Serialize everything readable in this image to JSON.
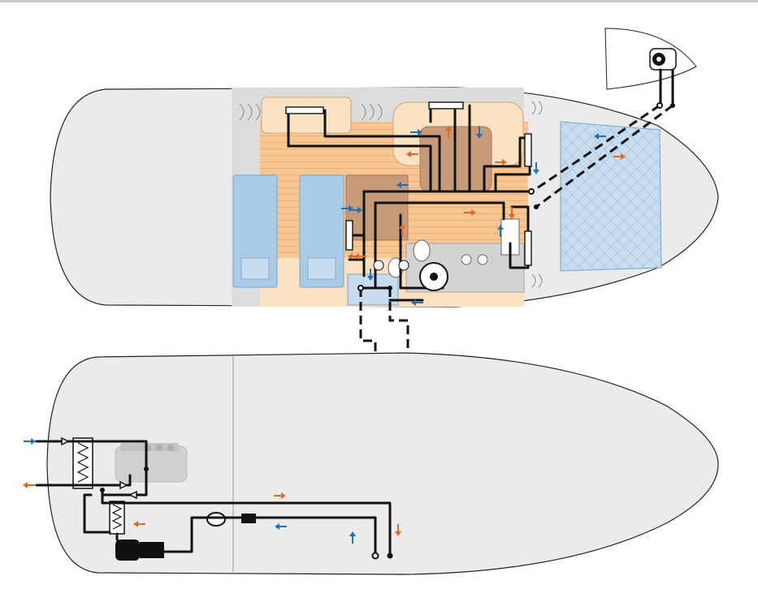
{
  "diagram": {
    "colors": {
      "hull": "#ebebeb",
      "hull_outline": "#222222",
      "wood_deck": "#f8c791",
      "wood_dark": "#c89a78",
      "berth": "#a9cbe6",
      "forward_cabin": "#c6dcef",
      "pipe": "#111111",
      "flow_supply": "#1f74b8",
      "flow_return": "#e06a23"
    },
    "views": [
      "deck-plan",
      "hull-plan"
    ],
    "flow_arrows": [
      {
        "color": "flow_supply",
        "direction": "right"
      },
      {
        "color": "flow_return",
        "direction": "left"
      },
      {
        "color": "flow_supply",
        "direction": "right"
      },
      {
        "color": "flow_supply",
        "direction": "left"
      },
      {
        "color": "flow_return",
        "direction": "left"
      },
      {
        "color": "flow_return",
        "direction": "up"
      },
      {
        "color": "flow_supply",
        "direction": "down"
      },
      {
        "color": "flow_return",
        "direction": "right"
      },
      {
        "color": "flow_supply",
        "direction": "down"
      },
      {
        "color": "flow_supply",
        "direction": "left"
      },
      {
        "color": "flow_return",
        "direction": "right"
      },
      {
        "color": "flow_supply",
        "direction": "right"
      },
      {
        "color": "flow_return",
        "direction": "left"
      },
      {
        "color": "flow_supply",
        "direction": "down"
      },
      {
        "color": "flow_return",
        "direction": "up"
      },
      {
        "color": "flow_return",
        "direction": "right"
      },
      {
        "color": "flow_supply",
        "direction": "up"
      },
      {
        "color": "flow_return",
        "direction": "down"
      },
      {
        "color": "flow_supply",
        "direction": "left"
      },
      {
        "color": "flow_supply",
        "direction": "right"
      },
      {
        "color": "flow_return",
        "direction": "left"
      },
      {
        "color": "flow_return",
        "direction": "right"
      },
      {
        "color": "flow_supply",
        "direction": "left"
      },
      {
        "color": "flow_return",
        "direction": "left"
      },
      {
        "color": "flow_supply",
        "direction": "up"
      },
      {
        "color": "flow_return",
        "direction": "down"
      }
    ]
  }
}
